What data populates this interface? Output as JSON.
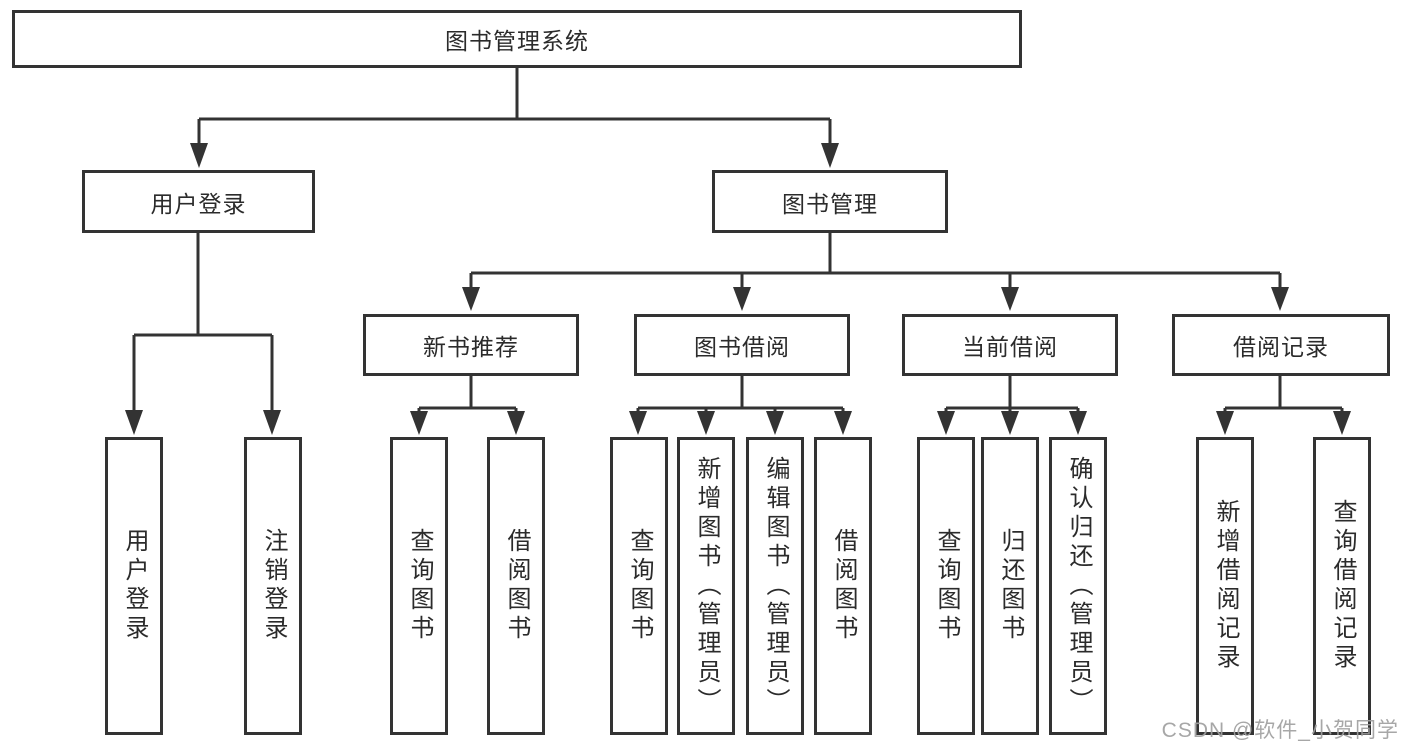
{
  "diagram": {
    "root": "图书管理系统",
    "user_login": {
      "label": "用户登录",
      "children": {
        "login": "用户登录",
        "logout": "注销登录"
      }
    },
    "book_management": {
      "label": "图书管理",
      "new_book": {
        "label": "新书推荐",
        "children": {
          "query": "查询图书",
          "borrow": "借阅图书"
        }
      },
      "borrowing": {
        "label": "图书借阅",
        "children": {
          "query": "查询图书",
          "add": "新增图书（管理员）",
          "edit": "编辑图书（管理员）",
          "borrow": "借阅图书"
        }
      },
      "current": {
        "label": "当前借阅",
        "children": {
          "query": "查询图书",
          "return": "归还图书",
          "confirm": "确认归还（管理员）"
        }
      },
      "records": {
        "label": "借阅记录",
        "children": {
          "add": "新增借阅记录",
          "query": "查询借阅记录"
        }
      }
    }
  },
  "watermark": "CSDN @软件_小贺同学",
  "colors": {
    "line": "#333333",
    "text": "#2b2b2b",
    "background": "#ffffff",
    "watermark": "#a0a0a0"
  }
}
